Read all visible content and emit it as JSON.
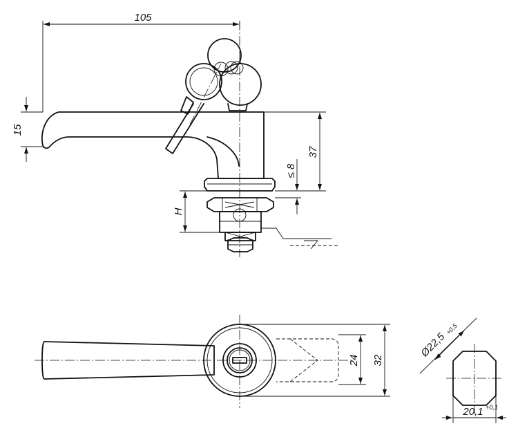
{
  "dimensions": {
    "overall_length": "105",
    "handle_thickness": "15",
    "height": "37",
    "clamp_max": "≤ 8",
    "h_label": "H",
    "width_inner": "24",
    "width_outer": "32",
    "cutout_diameter": "Ø22,5",
    "cutout_diameter_tol": "+0,5",
    "cutout_width": "20,1",
    "cutout_width_tol": "+0,1"
  }
}
